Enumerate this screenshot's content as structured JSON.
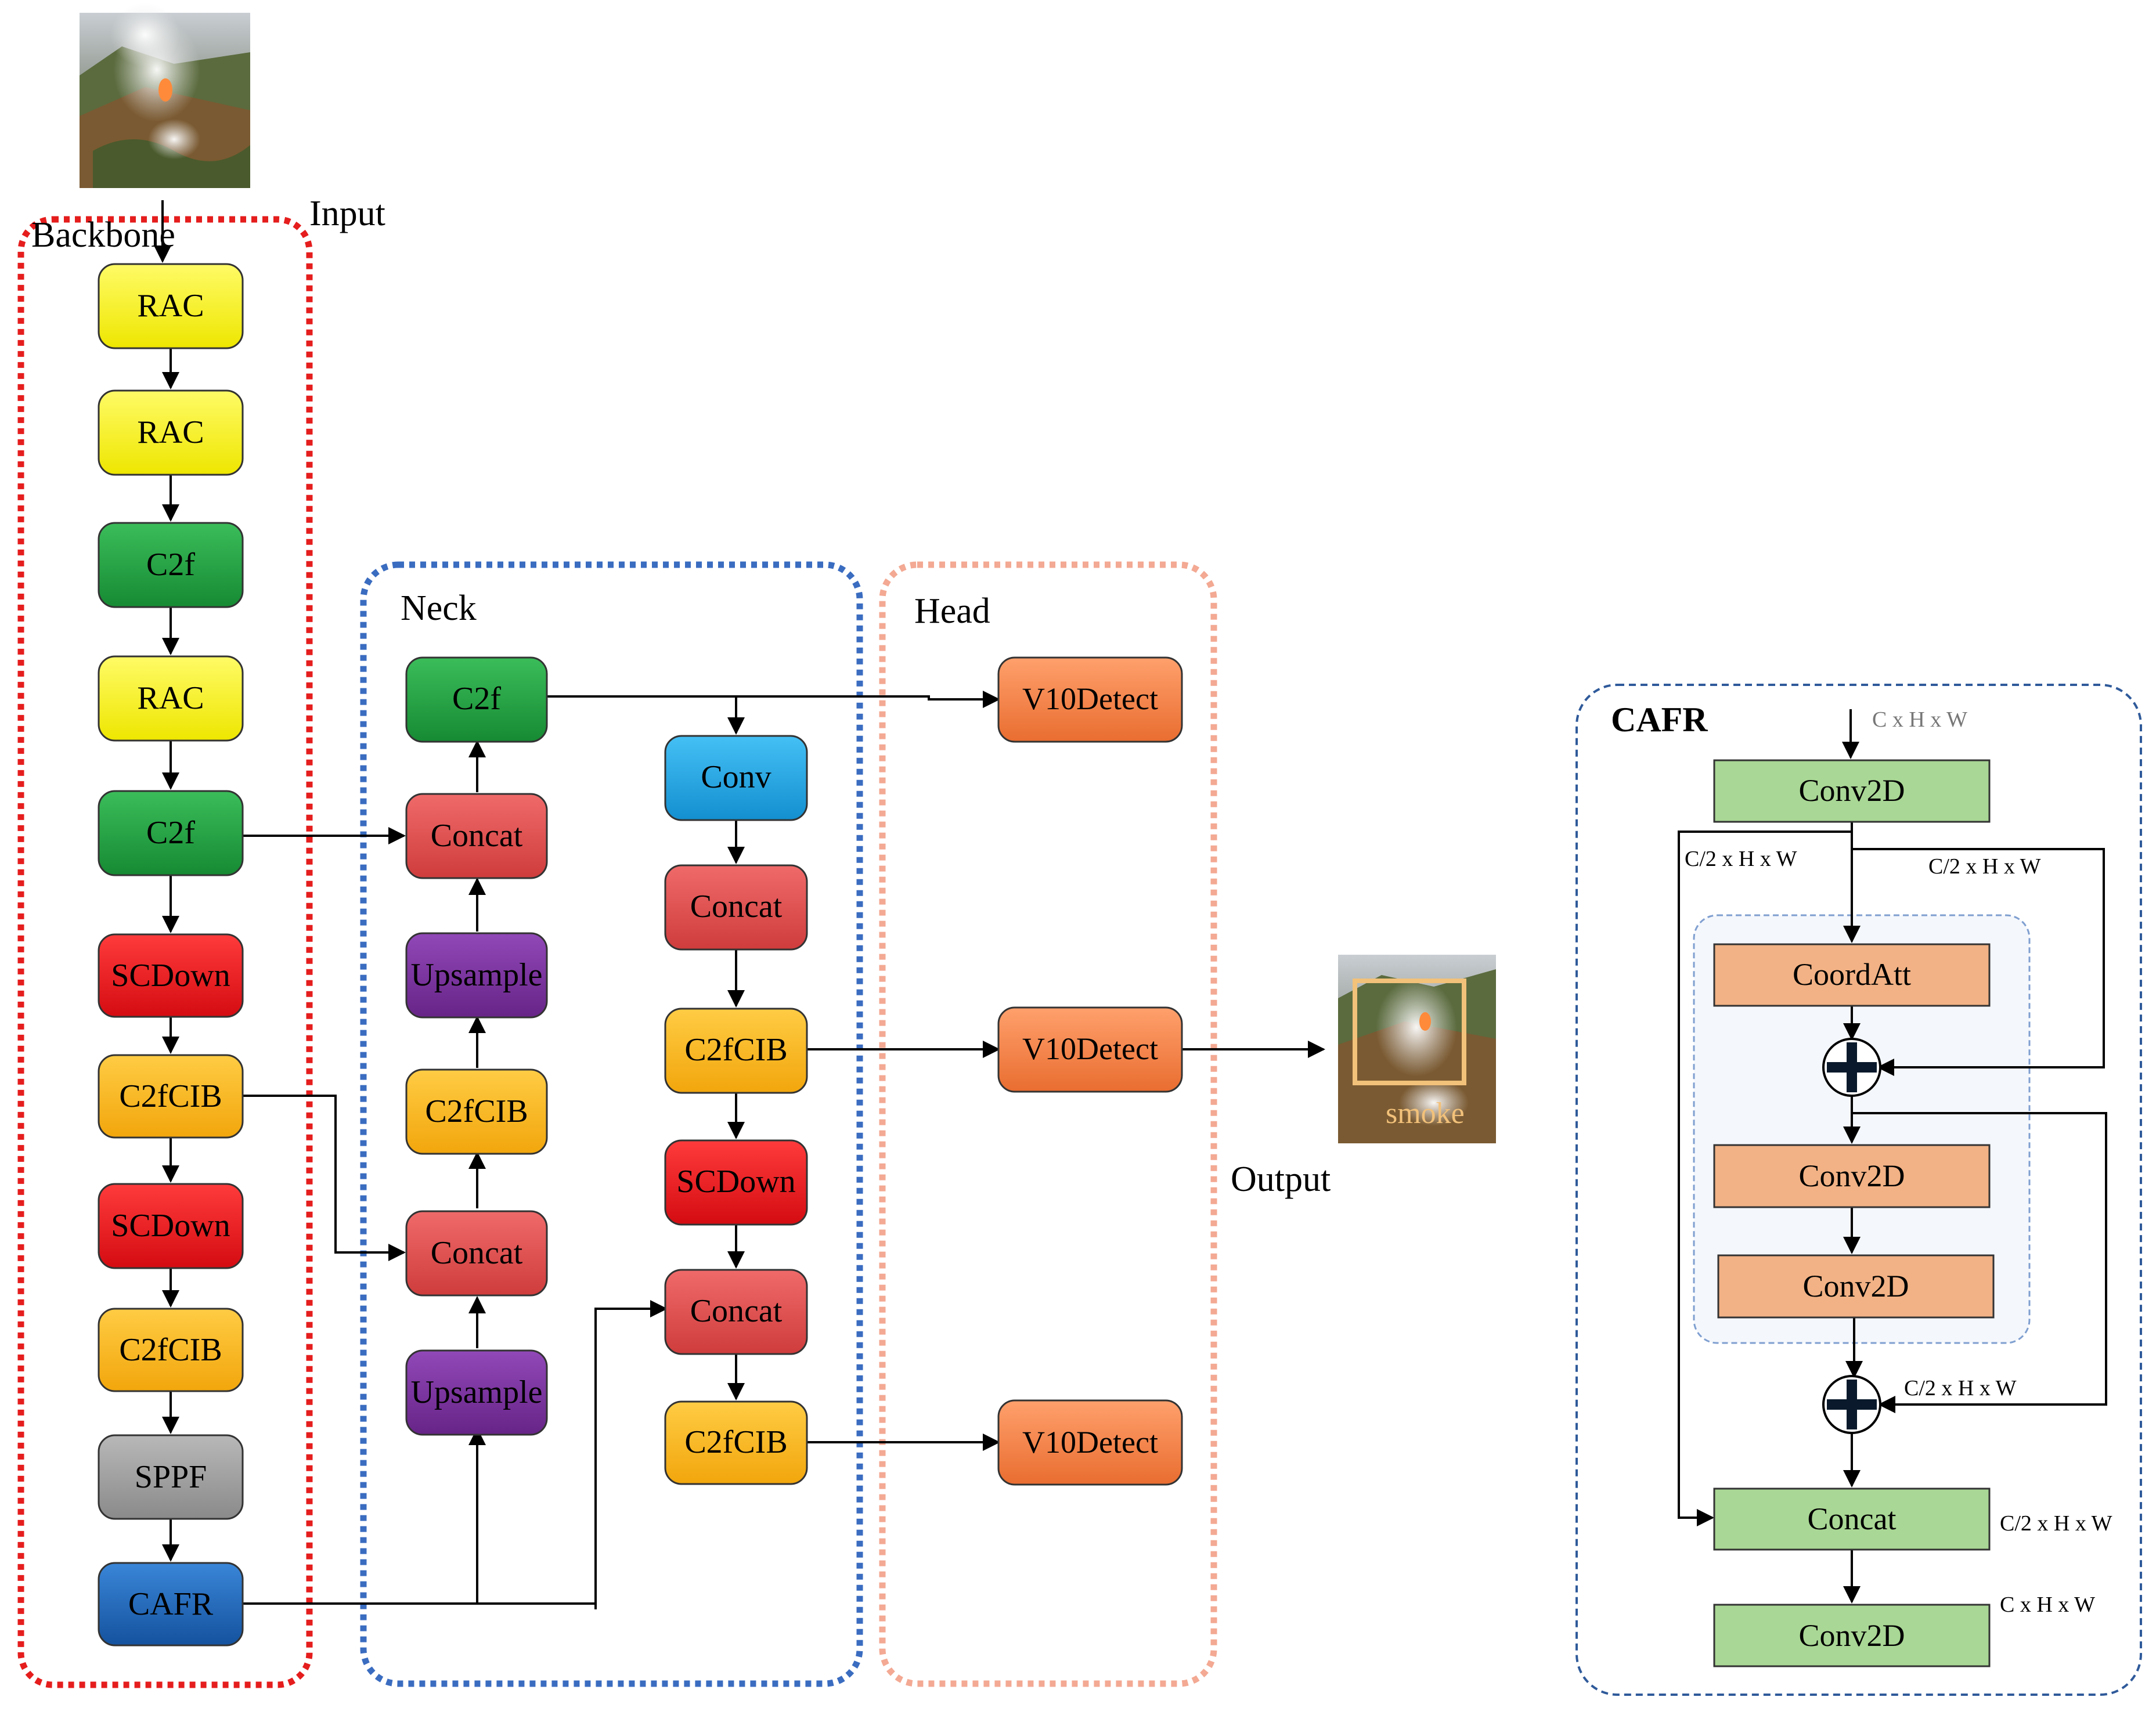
{
  "input_label": "Input",
  "output_label": "Output",
  "detection_label": "smoke",
  "groups": {
    "backbone": "Backbone",
    "neck": "Neck",
    "head": "Head",
    "cafr": "CAFR"
  },
  "backbone_blocks": [
    "RAC",
    "RAC",
    "C2f",
    "RAC",
    "C2f",
    "SCDown",
    "C2fCIB",
    "SCDown",
    "C2fCIB",
    "SPPF",
    "CAFR"
  ],
  "neck_left_blocks": [
    "C2f",
    "Concat",
    "Upsample",
    "C2fCIB",
    "Concat",
    "Upsample"
  ],
  "neck_right_blocks": [
    "Conv",
    "Concat",
    "C2fCIB",
    "SCDown",
    "Concat",
    "C2fCIB"
  ],
  "head_blocks": [
    "V10Detect",
    "V10Detect",
    "V10Detect"
  ],
  "cafr": {
    "input_dim": "C x H x W",
    "blocks": [
      "Conv2D",
      "CoordAtt",
      "Conv2D",
      "Conv2D",
      "Concat",
      "Conv2D"
    ],
    "dims": {
      "left_branch": "C/2 x H x W",
      "right_branch": "C/2 x H x W",
      "second_add": "C/2 x H x W",
      "concat_side": "C/2 x H x W",
      "output": "C x H x W"
    }
  },
  "colors": {
    "yellow": "#f7f200",
    "green": "#1ea23f",
    "red": "#e8141a",
    "orange": "#f9b81d",
    "gray": "#9a9a9a",
    "blue_dark": "#1b64b8",
    "salmon": "#e05252",
    "purple": "#7a2f9c",
    "cyan": "#1fa7e6",
    "head_orange": "#f38248",
    "cafr_green": "#a9d795",
    "cafr_peach": "#f2b285",
    "backbone_border": "#e51d1d",
    "neck_border": "#3a6cc0",
    "head_border": "#f3a993",
    "cafr_border": "#2f5a9a"
  }
}
